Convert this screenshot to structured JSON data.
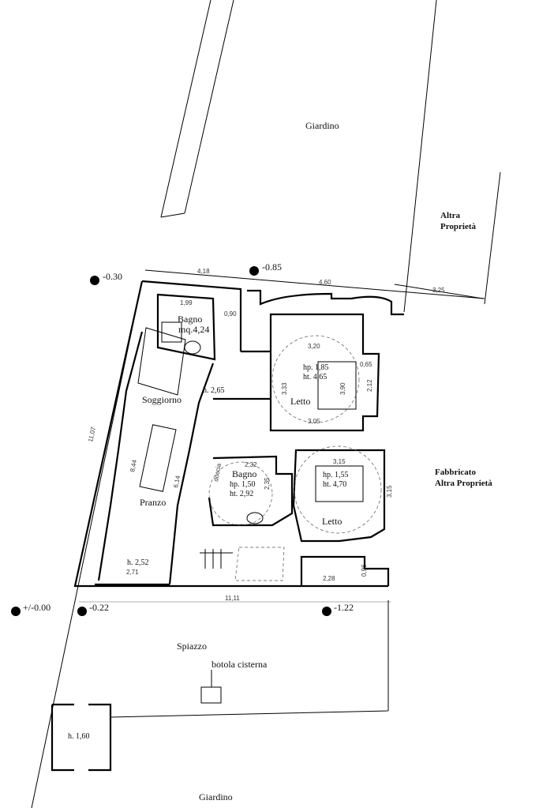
{
  "areas": {
    "garden_top": "Giardino",
    "garden_bottom": "Giardino",
    "altra_1": "Altra",
    "altra_2": "Proprietà",
    "fabbricato_1": "Fabbricato",
    "fabbricato_2": "Altra Proprietà",
    "spiazzo": "Spiazzo",
    "botola": "botola cisterna",
    "shed_h": "h. 1,60"
  },
  "levels": {
    "l030": "-0.30",
    "l085": "-0.85",
    "l000": "+/-0.00",
    "l022": "-0.22",
    "l122": "-1.22"
  },
  "rooms": {
    "bagno1": {
      "name": "Bagno",
      "area": "mq.4,24",
      "d1": "1,99",
      "d2": "0,90"
    },
    "soggiorno": {
      "name": "Soggiorno",
      "h": "h. 2,65"
    },
    "pranzo": {
      "name": "Pranzo",
      "h": "h. 2,52",
      "d1": "2,71",
      "d2": "8,44",
      "d3": "6,14"
    },
    "letto1": {
      "name": "Letto",
      "hp": "hp. 1,85",
      "ht": "ht. 4,65",
      "d1": "3,20",
      "d2": "3,33",
      "d3": "3,05",
      "d4": "3,90",
      "d5": "0,65",
      "d6": "2,12"
    },
    "bagno2": {
      "name": "Bagno",
      "hp": "hp. 1,50",
      "ht": "ht. 2,92",
      "d1": "2,32",
      "d2": "2,35",
      "doccia": "doccia"
    },
    "letto2": {
      "name": "Letto",
      "hp": "hp. 1,55",
      "ht": "ht. 4,70",
      "d1": "3,15",
      "d2": "3,15"
    }
  },
  "dims": {
    "top1": "4,18",
    "top2": "4,60",
    "top3": "3,25",
    "left": "11,07",
    "bottom": "11,11",
    "ent_w": "2,28",
    "ent_h": "0,96"
  }
}
